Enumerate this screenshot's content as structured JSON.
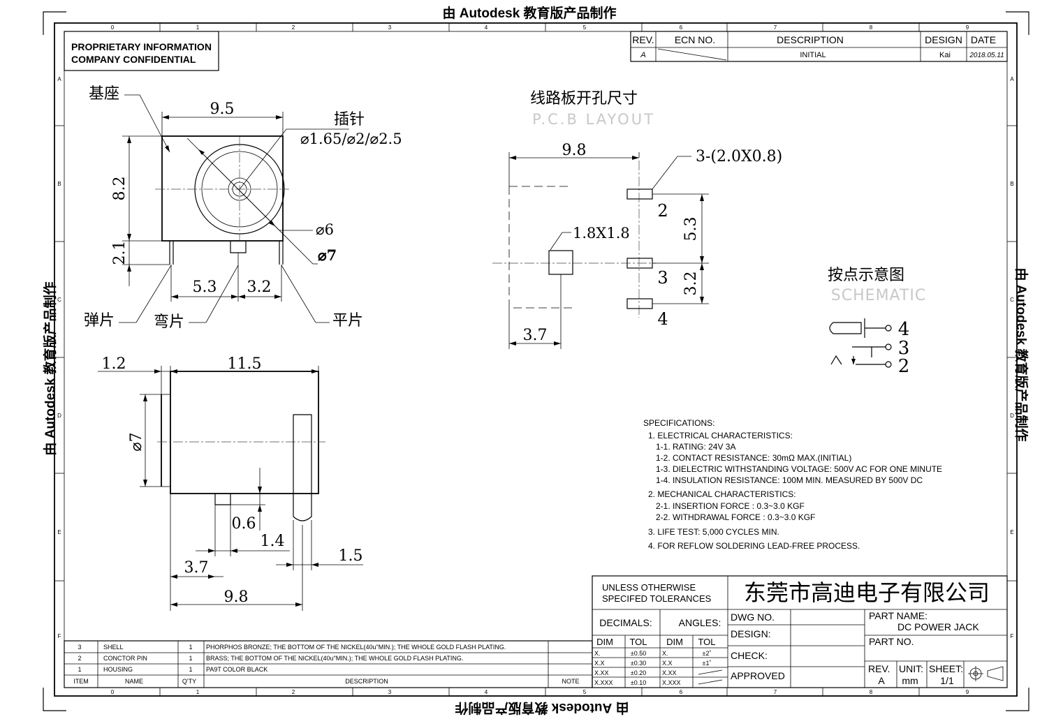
{
  "watermark": "由 Autodesk 教育版产品制作",
  "proprietary": [
    "PROPRIETARY INFORMATION",
    "COMPANY CONFIDENTIAL"
  ],
  "zones": {
    "columns": [
      "0",
      "1",
      "2",
      "3",
      "4",
      "5",
      "6",
      "7",
      "8",
      "9"
    ],
    "rows": [
      "A",
      "B",
      "C",
      "D",
      "E",
      "F"
    ]
  },
  "revision_table": {
    "headers": [
      "REV.",
      "ECN NO.",
      "DESCRIPTION",
      "DESIGN",
      "DATE"
    ],
    "rows": [
      [
        "A",
        "",
        "INITIAL",
        "Kai",
        "2018.05.11"
      ]
    ]
  },
  "front_view": {
    "labels": {
      "base": "基座",
      "pin": "插针",
      "spring": "弹片",
      "bent": "弯片",
      "flat": "平片"
    },
    "dims": {
      "width": "9.5",
      "pin_dia": "⌀1.65/⌀2/⌀2.5",
      "height": "8.2",
      "leg": "2.1",
      "dia6": "⌀6",
      "dia7": "⌀7",
      "pitch1": "5.3",
      "pitch2": "3.2"
    }
  },
  "side_view": {
    "dims": {
      "d1_2": "1.2",
      "d11_5": "11.5",
      "dia7": "⌀7",
      "d0_6": "0.6",
      "d1_4": "1.4",
      "d1_5": "1.5",
      "d3_7": "3.7",
      "d9_8": "9.8"
    }
  },
  "pcb_layout": {
    "title_cn": "线路板开孔尺寸",
    "title_en": "P.C.B LAYOUT",
    "dims": {
      "width": "9.8",
      "slots": "3-(2.0X0.8)",
      "square": "1.8X1.8",
      "d5_3": "5.3",
      "d3_2": "3.2",
      "d3_7": "3.7"
    },
    "pins": [
      "2",
      "3",
      "4"
    ]
  },
  "schematic": {
    "title_cn": "按点示意图",
    "title_en": "SCHEMATIC",
    "pins": [
      "4",
      "3",
      "2"
    ]
  },
  "specifications": [
    "SPECIFICATIONS:",
    "1. ELECTRICAL  CHARACTERISTICS:",
    "1-1. RATING: 24V  3A",
    "1-2. CONTACT  RESISTANCE: 30mΩ  MAX.(INITIAL)",
    "1-3. DIELECTRIC  WITHSTANDING  VOLTAGE: 500V  AC  FOR  ONE  MINUTE",
    "1-4. INSULATION  RESISTANCE: 100M    MIN.  MEASURED  BY 500V  DC",
    "2. MECHANICAL  CHARACTERISTICS:",
    "2-1. INSERTION  FORCE : 0.3~3.0  KGF",
    "2-2. WITHDRAWAL  FORCE : 0.3~3.0  KGF",
    "3. LIFE  TEST: 5,000  CYCLES  MIN.",
    "4. FOR  REFLOW  SOLDERING  LEAD-FREE  PROCESS."
  ],
  "bom": {
    "headers": [
      "ITEM",
      "NAME",
      "Q'TY",
      "DESCRIPTION",
      "NOTE"
    ],
    "rows": [
      [
        "3",
        "SHELL",
        "1",
        "PHORPHOS  BRONZE; THE  BOTTOM  OF  THE  NICKEL(40u\"MIN.); THE  WHOLE  GOLD  FLASH  PLATING."
      ],
      [
        "2",
        "CONCTOR PIN",
        "1",
        "BRASS; THE  BOTTOM  OF  THE  NICKEL(40u\"MIN.); THE  WHOLE  GOLD  FLASH  PLATING."
      ],
      [
        "1",
        "HOUSING",
        "1",
        "PA9T   COLOR  BLACK"
      ]
    ]
  },
  "tolerances": {
    "title": [
      "UNLESS  OTHERWISE",
      "SPECIFED  TOLERANCES"
    ],
    "decimals": "DECIMALS:",
    "angles": "ANGLES:",
    "dim": "DIM",
    "tol": "TOL",
    "decimal_rows": [
      [
        "X.",
        "±0.50"
      ],
      [
        "X.X",
        "±0.30"
      ],
      [
        "X.XX",
        "±0.20"
      ],
      [
        "X.XXX",
        "±0.10"
      ]
    ],
    "angle_rows": [
      [
        "X.",
        "±2˚"
      ],
      [
        "X.X",
        "±1˚"
      ],
      [
        "X.XX",
        ""
      ],
      [
        "X.XXX",
        ""
      ]
    ]
  },
  "title_block": {
    "company": "东莞市高迪电子有限公司",
    "dwg_no": "DWG  NO.",
    "design": "DESIGN:",
    "check": "CHECK:",
    "approved": "APPROVED",
    "part_name_label": "PART  NAME:",
    "part_name": "DC  POWER  JACK",
    "part_no": "PART  NO.",
    "rev_label": "REV.",
    "rev": "A",
    "unit_label": "UNIT:",
    "unit": "mm",
    "sheet_label": "SHEET:",
    "sheet": "1/1"
  }
}
